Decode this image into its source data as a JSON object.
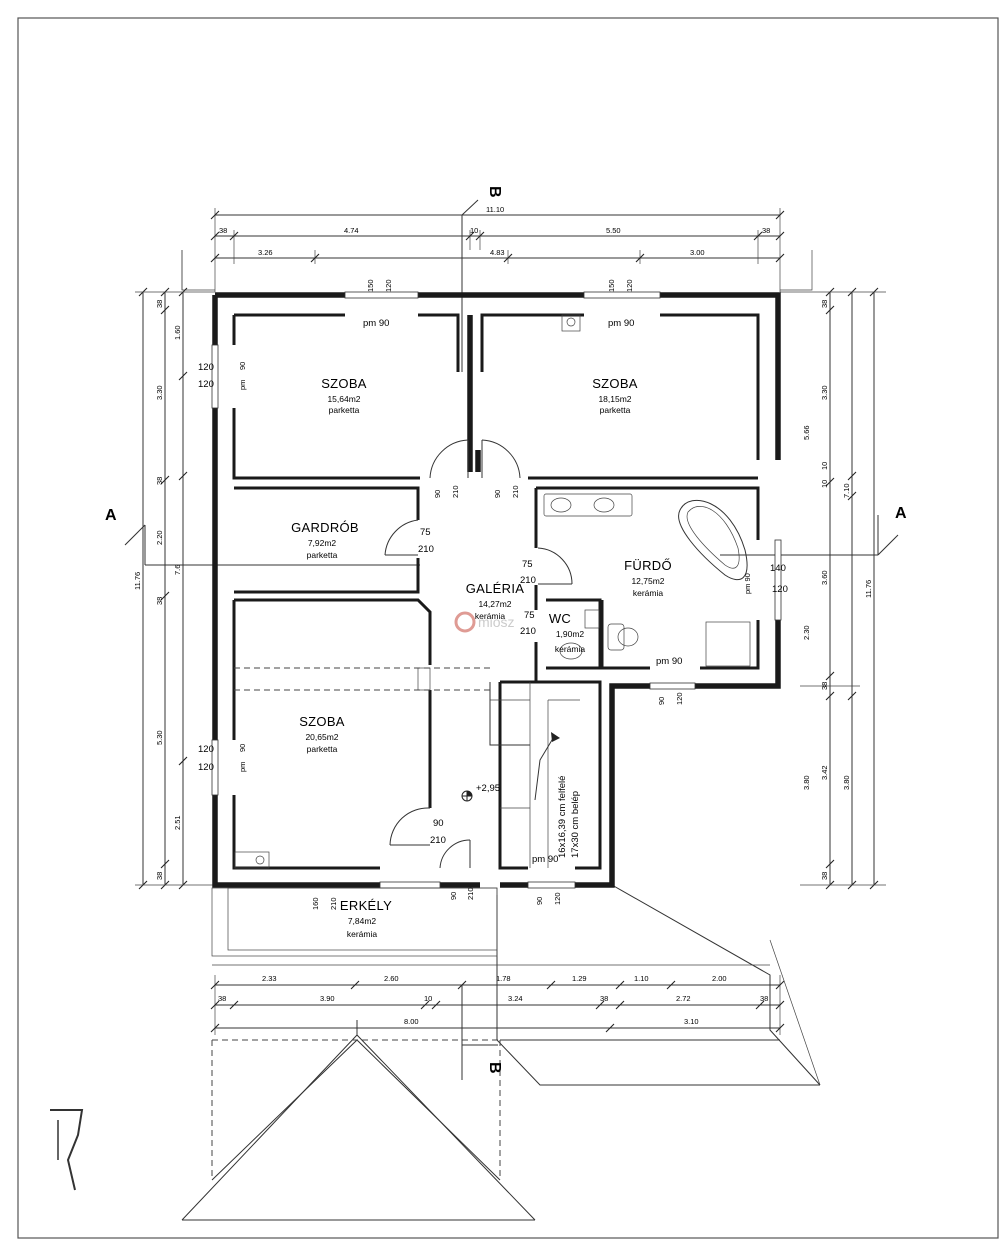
{
  "section_markers": {
    "a_left": "A",
    "a_right": "A",
    "b_top": "B",
    "b_bottom": "B"
  },
  "rooms": [
    {
      "id": "szoba1",
      "name": "SZOBA",
      "area": "15,64m2",
      "floor": "parketta"
    },
    {
      "id": "szoba2",
      "name": "SZOBA",
      "area": "18,15m2",
      "floor": "parketta"
    },
    {
      "id": "gardrob",
      "name": "GARDRÓB",
      "area": "7,92m2",
      "floor": "parketta"
    },
    {
      "id": "furdo",
      "name": "FÜRDŐ",
      "area": "12,75m2",
      "floor": "kerámia"
    },
    {
      "id": "galeria",
      "name": "GALÉRIA",
      "area": "14,27m2",
      "floor": "kerámia"
    },
    {
      "id": "wc",
      "name": "WC",
      "area": "1,90m2",
      "floor": "kerámia"
    },
    {
      "id": "szoba3",
      "name": "SZOBA",
      "area": "20,65m2",
      "floor": "parketta"
    },
    {
      "id": "erkely",
      "name": "ERKÉLY",
      "area": "7,84m2",
      "floor": "kerámia"
    }
  ],
  "dims_top": {
    "overall": "11.10",
    "row1": [
      "38",
      "4.74",
      "10",
      "5.50",
      "38"
    ],
    "row2": [
      "3.26",
      "4.83",
      "3.00"
    ]
  },
  "dims_bottom": {
    "row1": [
      "2.33",
      "2.60",
      "1.78",
      "1.29",
      "1.10",
      "2.00"
    ],
    "row2": [
      "38",
      "3.90",
      "10",
      "3.24",
      "38",
      "2.72",
      "38"
    ],
    "row3": [
      "8.00",
      "3.10"
    ]
  },
  "dims_left": {
    "outer": "11.76",
    "inner": [
      "38",
      "1.60",
      "3.30",
      "38",
      "2.20",
      "7.6",
      "38",
      "5.30",
      "2.51",
      "38"
    ]
  },
  "dims_right": {
    "outer": "11.76",
    "inner": [
      "38",
      "3.30",
      "5.66",
      "10",
      "10",
      "7.10",
      "3.60",
      "2.30",
      "38",
      "3.42",
      "3.80",
      "3.80",
      "38"
    ]
  },
  "openings": {
    "w_top1_a": "150",
    "w_top1_b": "120",
    "w_top2_a": "150",
    "w_top2_b": "120",
    "pm1": "pm 90",
    "pm2": "pm 90",
    "pm_left1": "pm",
    "w_left1_a": "120",
    "w_left1_b": "120",
    "w_left1_c": "90",
    "w_left2_a": "120",
    "w_left2_b": "120",
    "w_left2_c": "90",
    "pm_left2": "pm",
    "d_szoba1_a": "90",
    "d_szoba1_b": "210",
    "d_szoba2_a": "90",
    "d_szoba2_b": "210",
    "d_gard_a": "75",
    "d_gard_b": "210",
    "d_furdo_a": "75",
    "d_furdo_b": "210",
    "d_wc_a": "75",
    "d_wc_b": "210",
    "d_szoba3_a": "90",
    "d_szoba3_b": "210",
    "w_furdo_a": "140",
    "w_furdo_b": "120",
    "pm_furdo": "pm 90",
    "pm_wc": "pm 90",
    "w_south_a": "90",
    "w_south_b": "120",
    "w_erk_a": "160",
    "w_erk_b": "210",
    "d_erk_a": "90",
    "d_erk_b": "210",
    "pm_stair": "pm 90",
    "w_stair_a": "90",
    "w_stair_b": "120"
  },
  "stair": {
    "text1": "16x16,39 cm felfelé",
    "text2": "17x30 cm belép"
  },
  "level": "+2,95",
  "watermark": "miosz"
}
